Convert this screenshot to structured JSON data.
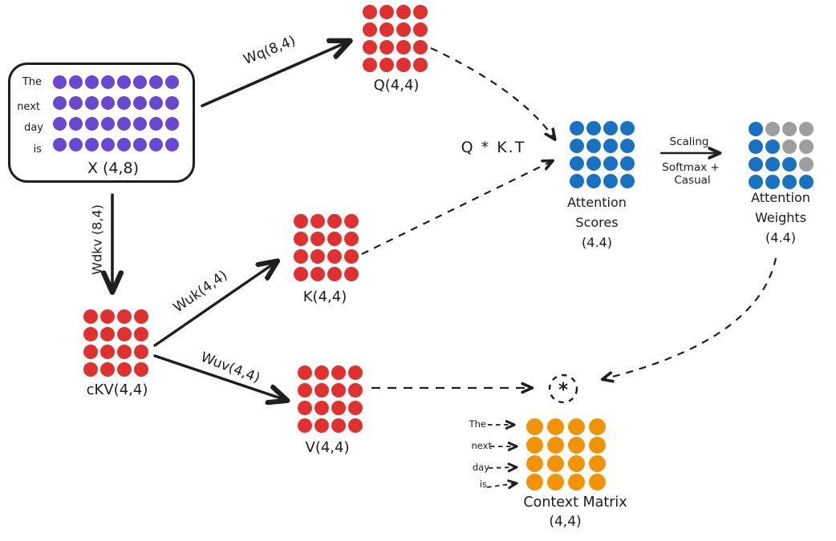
{
  "colors": {
    "purple": "#6948d1",
    "red": "#e03131",
    "blue": "#1971c2",
    "gray": "#9e9e9e",
    "orange": "#f29306",
    "ink": "#1f1f1f"
  },
  "input": {
    "row_labels": [
      "The",
      "next",
      "day",
      "is"
    ],
    "caption": "X (4,8)",
    "matrix": {
      "rows": 4,
      "cols": 8,
      "color": "purple"
    }
  },
  "q": {
    "caption": "Q(4,4)",
    "matrix": {
      "rows": 4,
      "cols": 4,
      "color": "red"
    }
  },
  "k": {
    "caption": "K(4,4)",
    "matrix": {
      "rows": 4,
      "cols": 4,
      "color": "red"
    }
  },
  "v": {
    "caption": "V(4,4)",
    "matrix": {
      "rows": 4,
      "cols": 4,
      "color": "red"
    }
  },
  "ckv": {
    "caption": "cKV(4,4)",
    "matrix": {
      "rows": 4,
      "cols": 4,
      "color": "red"
    }
  },
  "scores": {
    "lines": [
      "Attention",
      "Scores",
      "(4.4)"
    ],
    "matrix": {
      "rows": 4,
      "cols": 4,
      "color": "blue"
    }
  },
  "weights": {
    "lines": [
      "Attention",
      "Weights",
      "(4.4)"
    ],
    "matrix": {
      "rows": 4,
      "cols": 4,
      "pattern": [
        [
          "blue",
          "gray",
          "gray",
          "gray"
        ],
        [
          "blue",
          "blue",
          "gray",
          "gray"
        ],
        [
          "blue",
          "blue",
          "blue",
          "gray"
        ],
        [
          "blue",
          "blue",
          "blue",
          "blue"
        ]
      ]
    }
  },
  "context": {
    "lines": [
      "Context Matrix",
      "(4,4)"
    ],
    "row_labels": [
      "The",
      "next",
      "day",
      "is"
    ],
    "matrix": {
      "rows": 4,
      "cols": 4,
      "color": "orange"
    }
  },
  "edges": {
    "wq": "Wq(8,4)",
    "wdkv": "Wdkv (8,4)",
    "wuk": "Wuk(4,4)",
    "wuv": "Wuv(4,4)",
    "qkt": "Q * K.T",
    "scaling": "Scaling",
    "softmax_line1": "Softmax +",
    "softmax_line2": "Casual",
    "star": "*"
  }
}
